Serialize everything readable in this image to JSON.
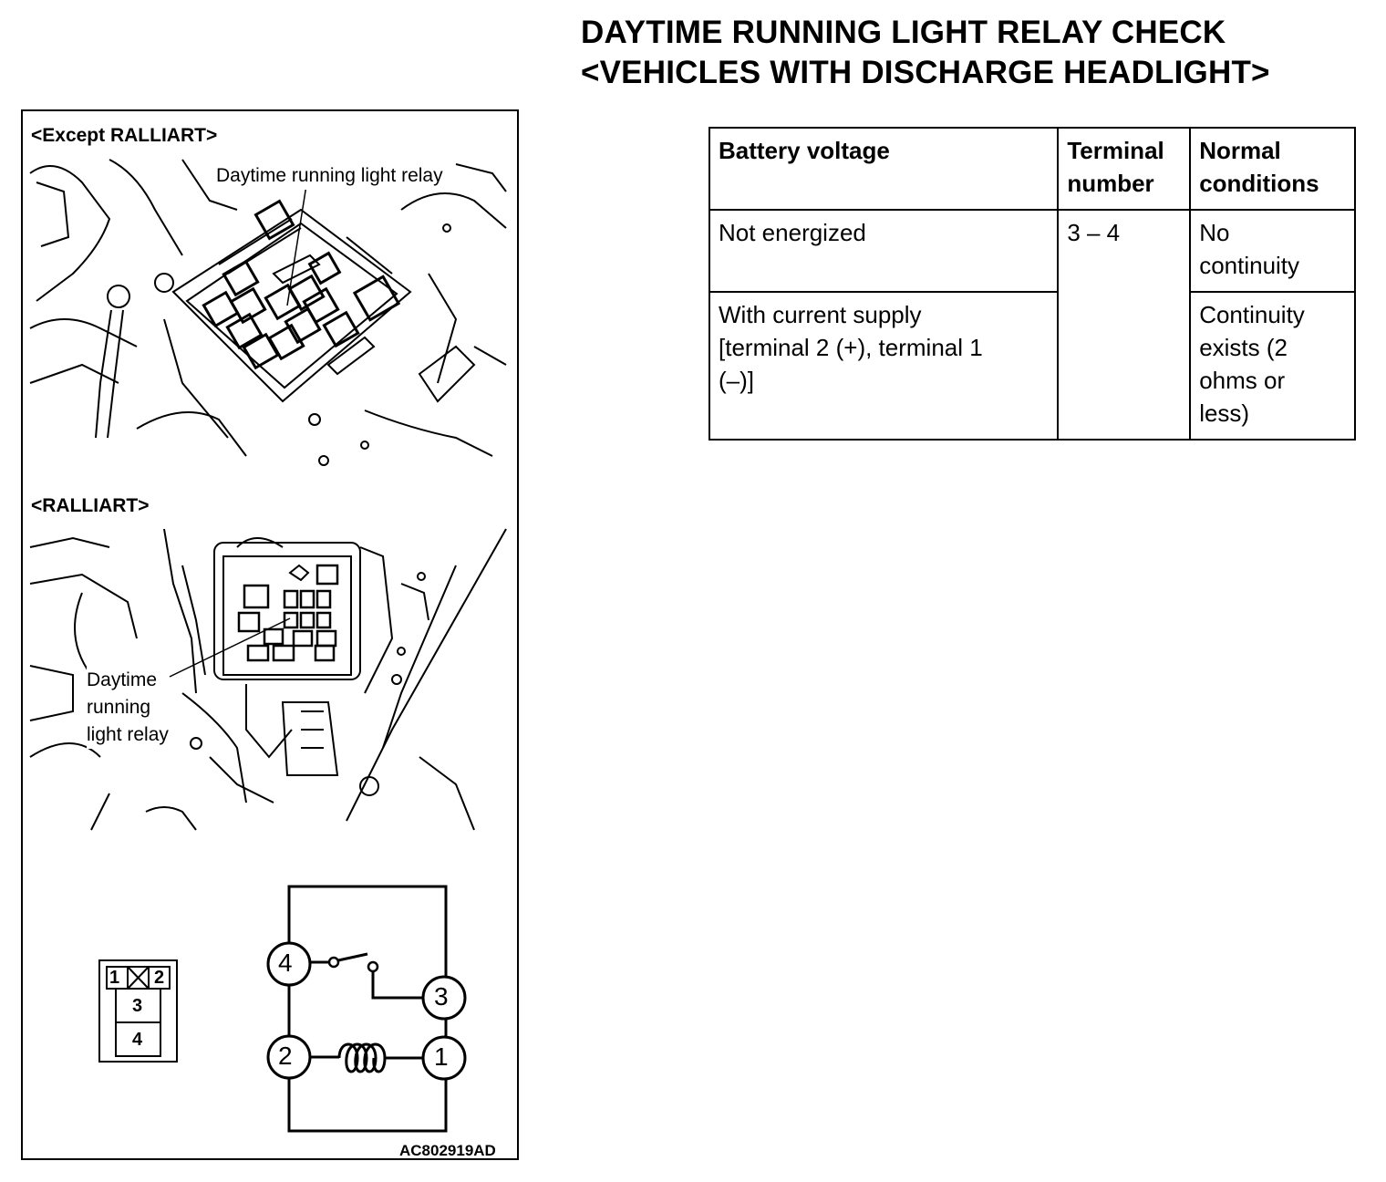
{
  "title": {
    "line1": "DAYTIME RUNNING LIGHT RELAY CHECK",
    "line2": "<VEHICLES WITH DISCHARGE HEADLIGHT>"
  },
  "figure": {
    "except_label": "<Except RALLIART>",
    "ralliart_label": "<RALLIART>",
    "relay_callout_top": "Daytime running light relay",
    "relay_callout_bottom": [
      "Daytime",
      "running",
      "light relay"
    ],
    "connector_terminals": [
      "1",
      "2",
      "3",
      "4"
    ],
    "schematic_terminals": [
      "4",
      "3",
      "2",
      "1"
    ],
    "code": "AC802919AD"
  },
  "table": {
    "headers": [
      [
        "Battery voltage"
      ],
      [
        "Terminal",
        "number"
      ],
      [
        "Normal",
        "conditions"
      ]
    ],
    "rows": [
      {
        "voltage": [
          "Not energized"
        ],
        "terminal": "3 – 4",
        "condition": [
          "No",
          "continuity"
        ]
      },
      {
        "voltage": [
          "With current supply",
          "[terminal 2 (+), terminal 1",
          "(–)]"
        ],
        "condition": [
          "Continuity",
          "exists (2",
          "ohms or",
          "less)"
        ]
      }
    ]
  }
}
